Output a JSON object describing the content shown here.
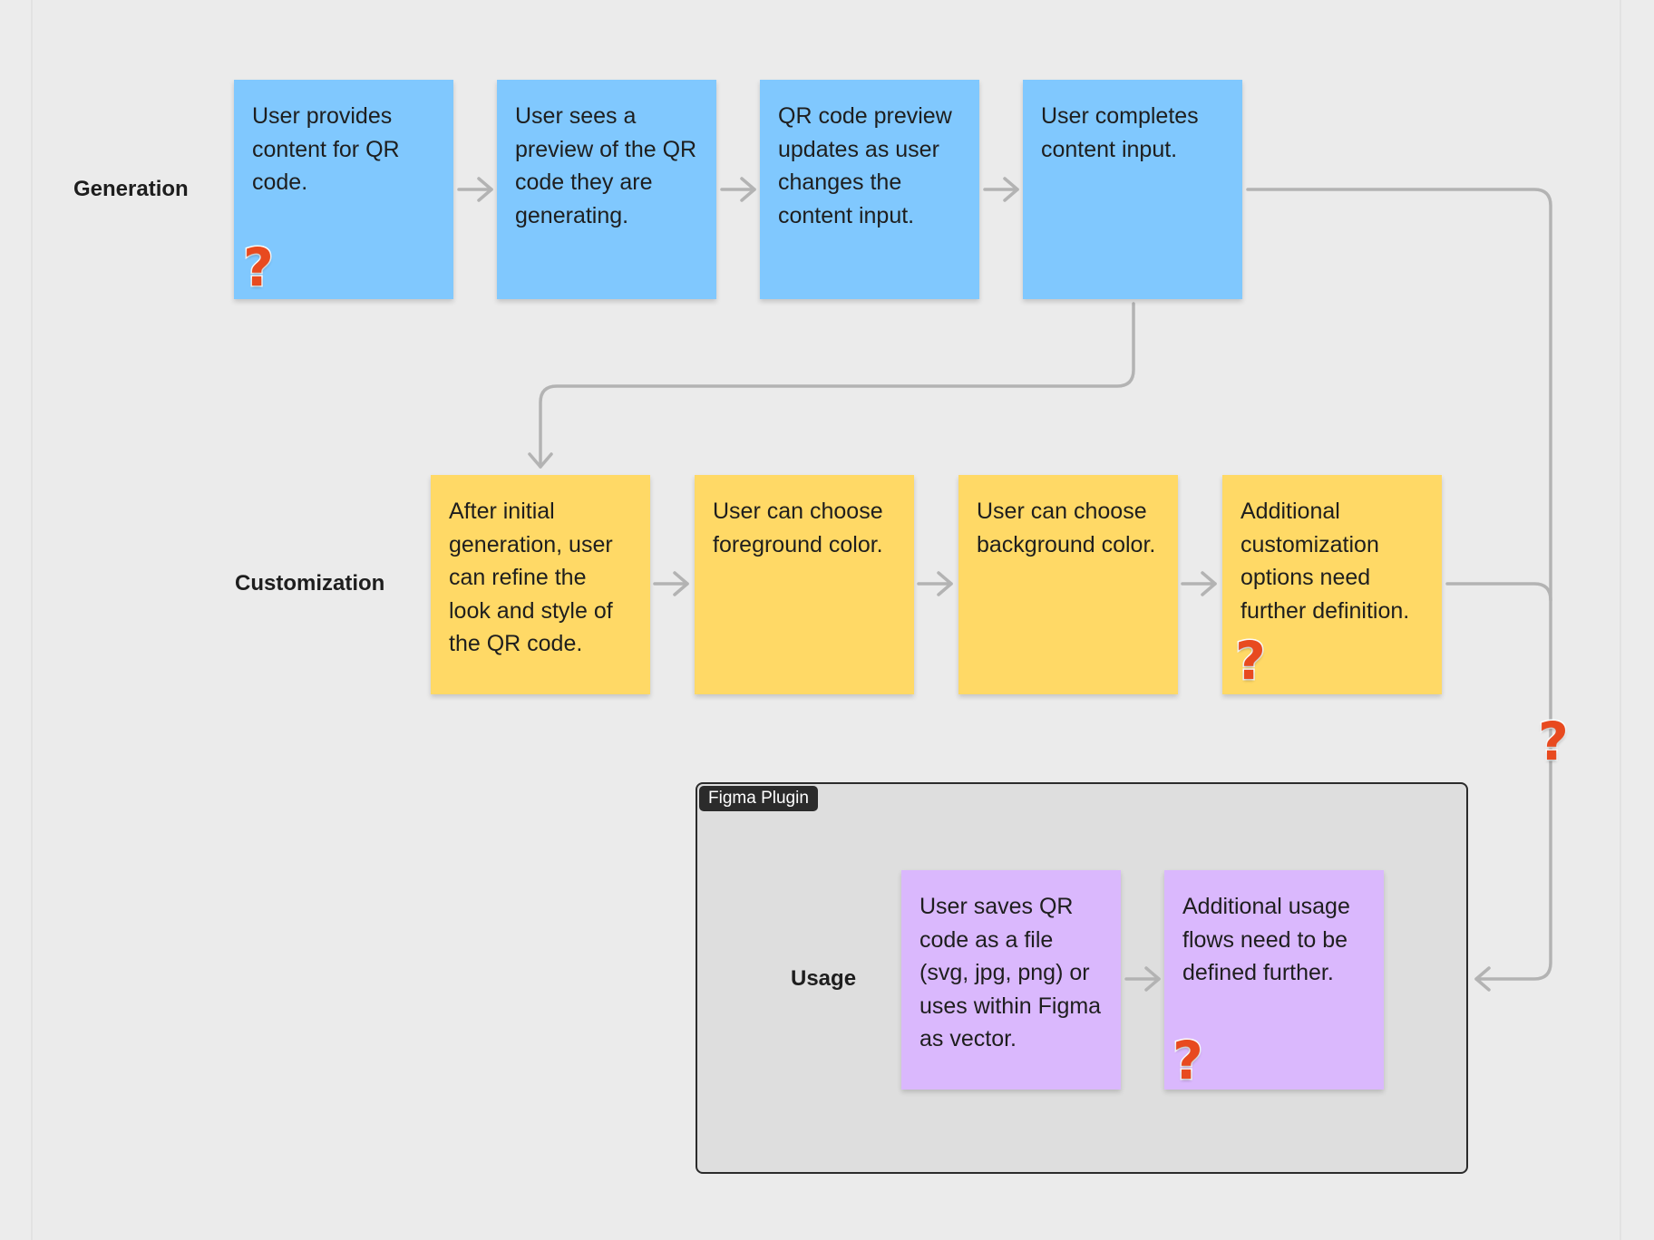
{
  "rows": {
    "generation": "Generation",
    "customization": "Customization",
    "usage": "Usage"
  },
  "section": {
    "title": "Figma Plugin"
  },
  "stickies": {
    "gen_1": "User provides content for QR code.",
    "gen_2": "User sees a preview of the QR code they are generating.",
    "gen_3": "QR code preview updates as user changes the content input.",
    "gen_4": "User completes content input.",
    "cust_1": "After initial generation, user can refine the look and style of the QR code.",
    "cust_2": "User can choose foreground color.",
    "cust_3": "User can choose background color.",
    "cust_4": "Additional customization options need further definition.",
    "use_1": "User saves QR code as a file (svg, jpg, png) or uses within Figma as vector.",
    "use_2": "Additional usage flows need to be defined further."
  },
  "question_mark": "?",
  "colors": {
    "generation_sticky": "#80c8fe",
    "customization_sticky": "#ffd966",
    "usage_sticky": "#dab8fd",
    "connector": "#b3b3b3",
    "question_mark": "#e84a1f",
    "section_border": "#2b2b2b"
  },
  "icons": [
    "question-mark-sticker-icon",
    "arrow-right-icon",
    "arrow-down-icon",
    "arrow-left-icon"
  ]
}
